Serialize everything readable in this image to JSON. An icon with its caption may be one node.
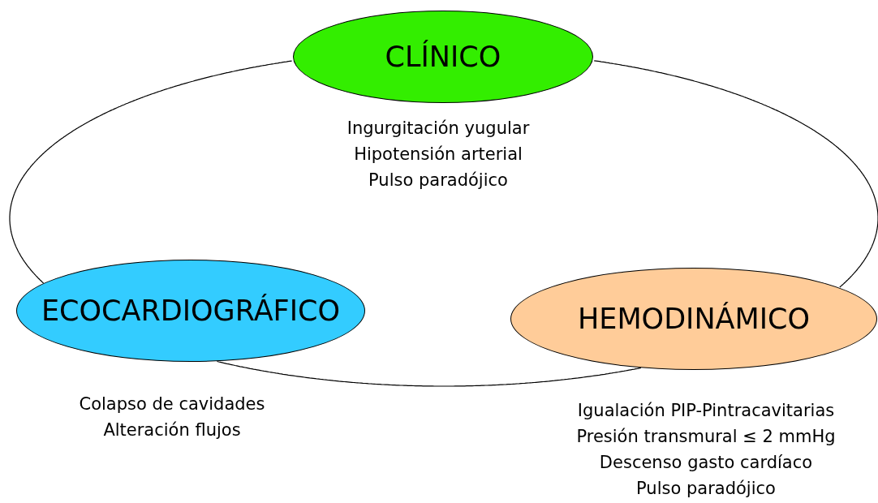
{
  "diagram": {
    "nodes": [
      {
        "text": [
          "CLÍNICO"
        ],
        "beside": [
          "Ingurgitación yugular",
          "Hipotensión arterial",
          "Pulso paradójico"
        ]
      },
      {
        "text": [
          "ECOCARDIOGRÁFICO"
        ],
        "beside": [
          "Colapso de cavidades",
          "Alteración flujos"
        ]
      },
      {
        "text": [
          "HEMODINÁMICO"
        ],
        "beside": [
          "Igualación PIP-Pintracavitarias",
          "Presión transmural ≤ 2 mmHg",
          "Descenso gasto cardíaco",
          "Pulso paradójico"
        ]
      }
    ],
    "edges": [
      {
        "from": 0,
        "to": 2,
        "arrow": "none"
      },
      {
        "from": 2,
        "to": 1,
        "arrow": "none"
      },
      {
        "from": 1,
        "to": 0,
        "arrow": "none"
      }
    ]
  }
}
